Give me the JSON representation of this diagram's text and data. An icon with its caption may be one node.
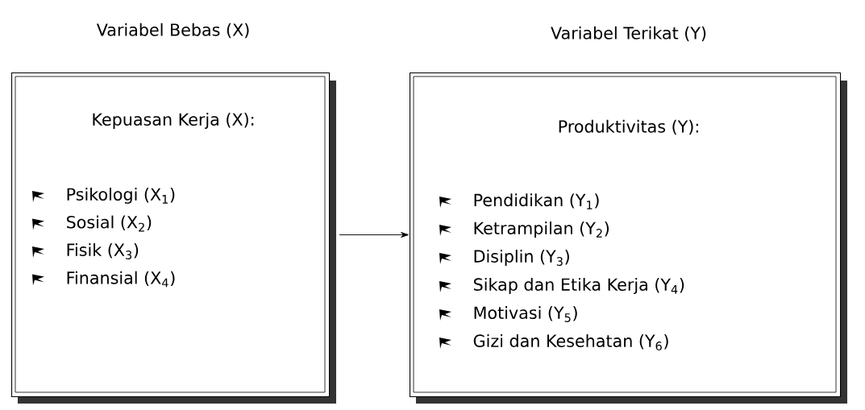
{
  "diagram": {
    "nodes": [
      {
        "text": [
          "Kepuasan Kerja (X):",
          "Psikologi (X$_{1}$)",
          "Sosial (X$_{2}$)",
          "Fisik (X$_{3}$)",
          "Finansial (X$_{4}$)"
        ]
      },
      {
        "text": [
          "Produktivitas (Y):",
          "Pendidikan (Y$_{1}$)",
          "Ketrampilan (Y$_{2}$)",
          "Disiplin (Y$_{3}$)",
          "Sikap dan Etika Kerja (Y$_{4}$)",
          "Motivasi (Y$_{5}$)",
          "Gizi dan Kesehatan (Y$_{6}$)"
        ]
      }
    ],
    "edges": [
      {
        "from": 0,
        "to": 1,
        "arrow": "to"
      }
    ],
    "labels": [
      "Variabel Bebas (X)",
      "Variabel Terikat (Y)"
    ]
  }
}
